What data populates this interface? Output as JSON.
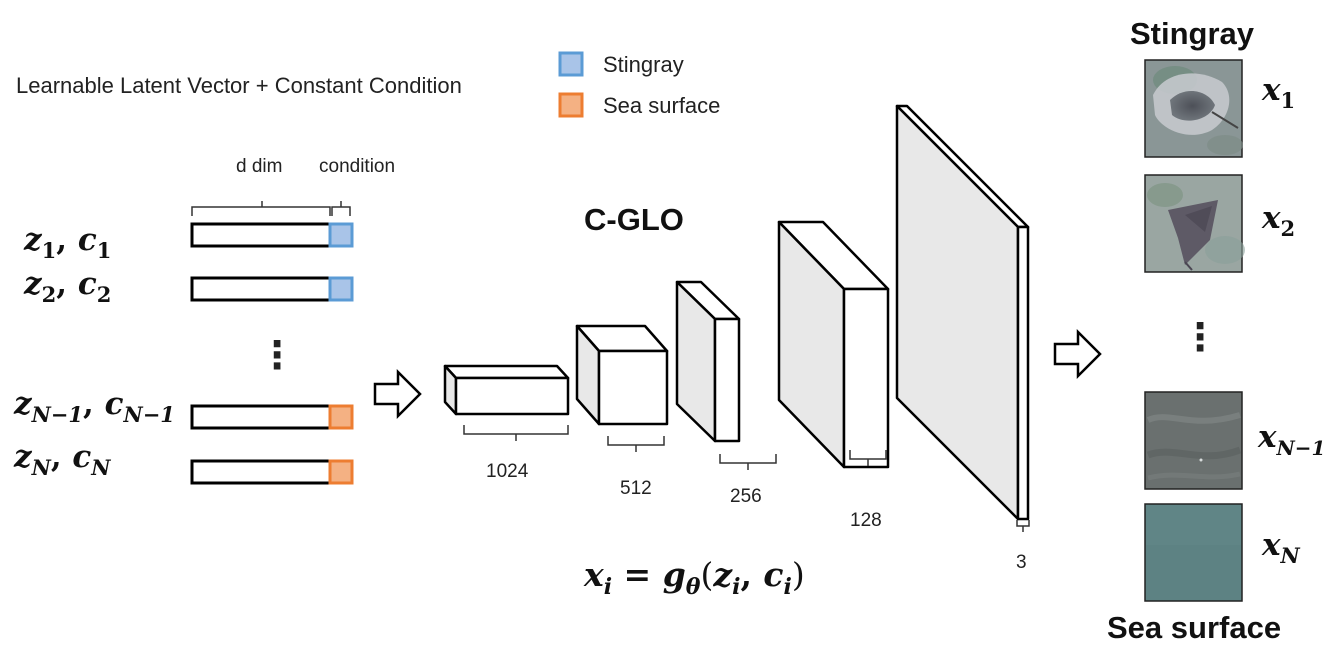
{
  "header": {
    "latent_title": "Learnable Latent Vector + Constant Condition",
    "model_name": "C-GLO",
    "output_top_label": "Stingray",
    "output_bottom_label": "Sea surface"
  },
  "legend": {
    "items": [
      {
        "label": "Stingray",
        "fill": "#a9c4e8",
        "stroke": "#5b9bd5"
      },
      {
        "label": "Sea surface",
        "fill": "#f4b183",
        "stroke": "#ed7d31"
      }
    ]
  },
  "vectors": {
    "d_dim_label": "d dim",
    "condition_label": "condition",
    "ellipsis": "⋮",
    "rows": [
      {
        "z": "z",
        "c": "c",
        "sub": "1",
        "condition": "stingray"
      },
      {
        "z": "z",
        "c": "c",
        "sub": "2",
        "condition": "stingray"
      },
      {
        "z": "z",
        "c": "c",
        "sub": "N−1",
        "condition": "sea"
      },
      {
        "z": "z",
        "c": "c",
        "sub": "N",
        "condition": "sea"
      }
    ]
  },
  "layers": [
    {
      "label": "1024"
    },
    {
      "label": "512"
    },
    {
      "label": "256"
    },
    {
      "label": "128"
    },
    {
      "label": "3"
    }
  ],
  "formula": {
    "x": "x",
    "x_sub": "i",
    "eq": " = ",
    "g": "g",
    "g_sub": "θ",
    "open": "(",
    "z": "z",
    "z_sub": "i",
    "comma": ", ",
    "c": "c",
    "c_sub": "i",
    "close": ")"
  },
  "outputs": {
    "ellipsis": "⋮",
    "items": [
      {
        "x": "x",
        "sub": "1",
        "kind": "stingray"
      },
      {
        "x": "x",
        "sub": "2",
        "kind": "stingray"
      },
      {
        "x": "x",
        "sub": "N−1",
        "kind": "sea"
      },
      {
        "x": "x",
        "sub": "N",
        "kind": "sea"
      }
    ]
  }
}
